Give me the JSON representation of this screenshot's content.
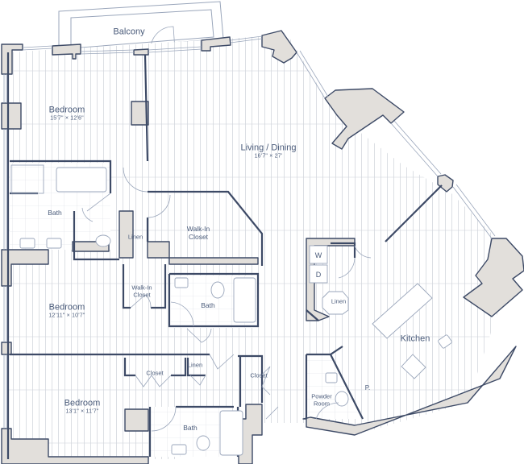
{
  "floorplan": {
    "colors": {
      "wall_stroke": "#3d4a66",
      "wall_fill": "#e2dfdb",
      "floor_line": "#d3d7de",
      "fixture_line": "#9aa6bb",
      "label": "#4a5b7a",
      "background": "#ffffff"
    },
    "rooms": [
      {
        "id": "balcony",
        "name": "Balcony",
        "dimensions": ""
      },
      {
        "id": "bedroom-1",
        "name": "Bedroom",
        "dimensions": "15'7\" × 12'6\""
      },
      {
        "id": "living-dining",
        "name": "Living / Dining",
        "dimensions": "16'7\" × 27'"
      },
      {
        "id": "bath-1",
        "name": "Bath",
        "dimensions": ""
      },
      {
        "id": "linen-1",
        "name": "Linen",
        "dimensions": ""
      },
      {
        "id": "walk-in-closet-1",
        "name": "Walk-In Closet",
        "dimensions": ""
      },
      {
        "id": "bedroom-2",
        "name": "Bedroom",
        "dimensions": "12'11\" × 10'7\""
      },
      {
        "id": "walk-in-closet-2",
        "name": "Walk-In Closet",
        "dimensions": ""
      },
      {
        "id": "bath-2",
        "name": "Bath",
        "dimensions": ""
      },
      {
        "id": "bedroom-3",
        "name": "Bedroom",
        "dimensions": "13'1\" × 11'7\""
      },
      {
        "id": "closet-1",
        "name": "Closet",
        "dimensions": ""
      },
      {
        "id": "linen-2",
        "name": "Linen",
        "dimensions": ""
      },
      {
        "id": "closet-2",
        "name": "Closet",
        "dimensions": ""
      },
      {
        "id": "bath-3",
        "name": "Bath",
        "dimensions": ""
      },
      {
        "id": "kitchen",
        "name": "Kitchen",
        "dimensions": ""
      },
      {
        "id": "linen-3",
        "name": "Linen",
        "dimensions": ""
      },
      {
        "id": "powder-room",
        "name": "Powder Room",
        "dimensions": ""
      }
    ],
    "appliance_labels": {
      "washer": "W",
      "dryer": "D",
      "pantry": "P."
    }
  }
}
